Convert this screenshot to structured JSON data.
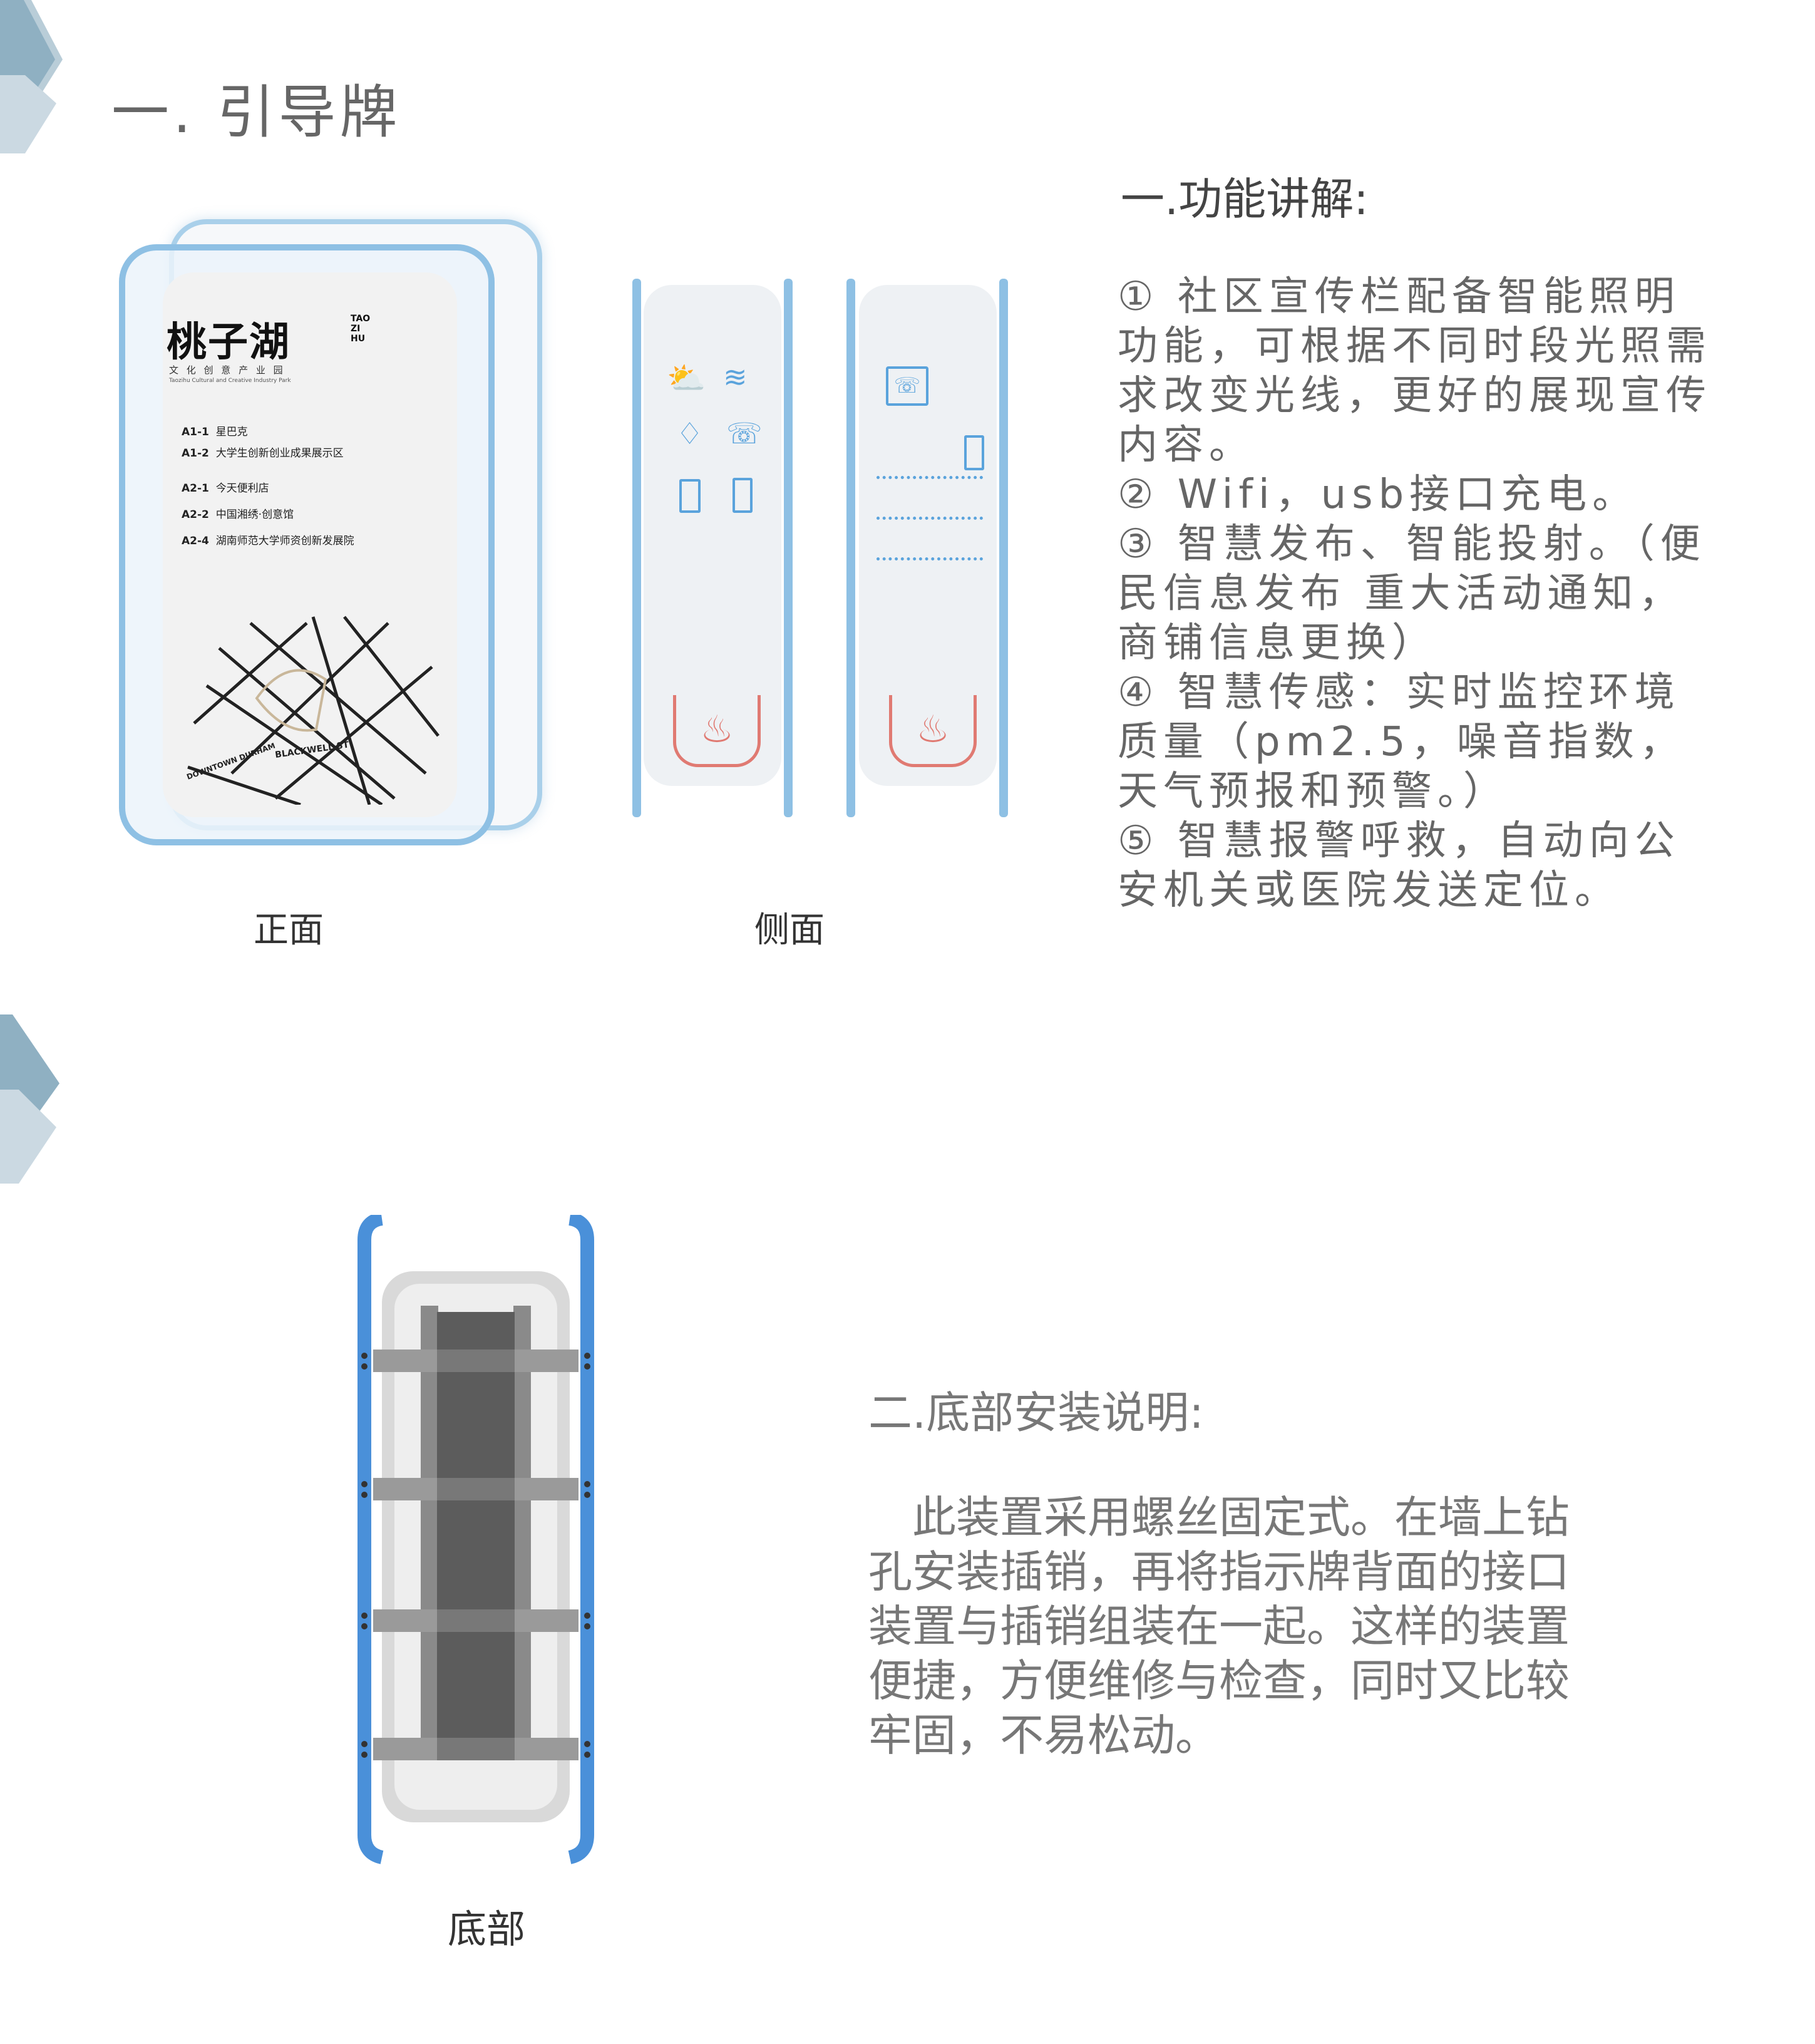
{
  "section": {
    "title": "一. 引导牌"
  },
  "front_view": {
    "caption": "正面",
    "sign": {
      "brand_name": "桃子湖",
      "brand_pinyin": "TAO ZI HU",
      "brand_subtitle": "文 化 创 意 产 业 园",
      "brand_en": "Taozihu Cultural and Creative Industry Park",
      "directory": [
        {
          "code": "A1-1",
          "name": "星巴克"
        },
        {
          "code": "A1-2",
          "name": "大学生创新创业成果展示区"
        },
        {
          "code": "A2-1",
          "name": "今天便利店"
        },
        {
          "code": "A2-2",
          "name": "中国湘绣·创意馆"
        },
        {
          "code": "A2-4",
          "name": "湖南师范大学师资创新发展院"
        }
      ],
      "map_labels": [
        "BLACKWELL ST",
        "DOWNTOWN DURHAM"
      ]
    }
  },
  "side_view": {
    "caption": "侧面",
    "icons": [
      "weather-icon",
      "wifi-icon",
      "bulb-icon",
      "phone-icon",
      "tablet-icon",
      "battery-icon"
    ]
  },
  "bottom_view": {
    "caption": "底部"
  },
  "functions": {
    "title": "一.功能讲解:",
    "items": [
      "① 社区宣传栏配备智能照明功能，可根据不同时段光照需求改变光线，更好的展现宣传内容。",
      "② Wifi，usb接口充电。",
      "③ 智慧发布、智能投射。（便民信息发布 重大活动通知，商铺信息更换）",
      "④ 智慧传感：实时监控环境质量（pm2.5，噪音指数，天气预报和预警。）",
      "⑤ 智慧报警呼救，自动向公安机关或医院发送定位。"
    ]
  },
  "installation": {
    "title": "二.底部安装说明:",
    "body": "此装置采用螺丝固定式。在墙上钻孔安装插销，再将指示牌背面的接口装置与插销组装在一起。这样的装置便捷，方便维修与检查，同时又比较牢固，不易松动。"
  },
  "colors": {
    "accent_blue": "#4a90d9",
    "frame_blue": "#8ec0e4",
    "chevron": "#8fb0c2",
    "alarm_red": "#e07a72"
  }
}
